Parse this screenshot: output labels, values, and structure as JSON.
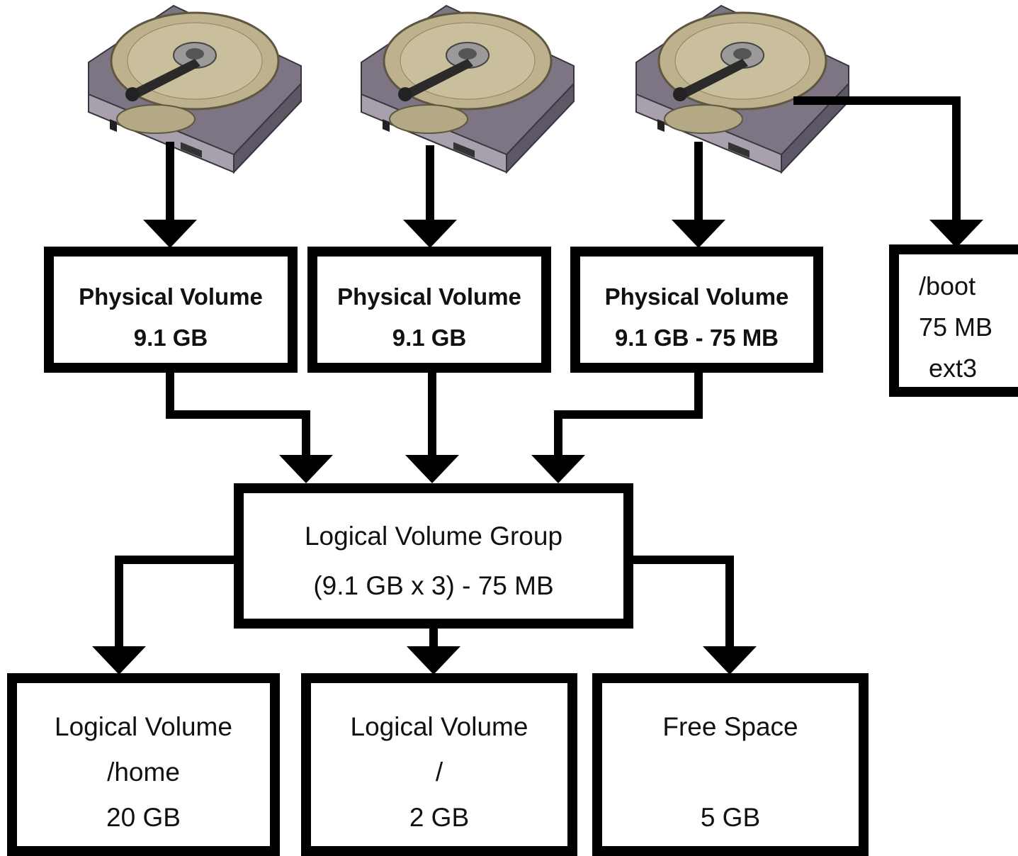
{
  "colors": {
    "line": "#000000",
    "disk_body": "#8a8290",
    "disk_platter": "#b8ad8a",
    "background": "#ffffff"
  },
  "disks": [
    {
      "icon": "hard-disk-icon"
    },
    {
      "icon": "hard-disk-icon"
    },
    {
      "icon": "hard-disk-icon"
    }
  ],
  "physical_volumes": [
    {
      "title": "Physical Volume",
      "size": "9.1 GB"
    },
    {
      "title": "Physical Volume",
      "size": "9.1 GB"
    },
    {
      "title": "Physical Volume",
      "size": "9.1 GB - 75 MB"
    }
  ],
  "boot": {
    "mount": "/boot",
    "size": "75 MB",
    "fs": "ext3"
  },
  "volume_group": {
    "title": "Logical Volume Group",
    "size": "(9.1 GB x 3) - 75 MB"
  },
  "logical_volumes": [
    {
      "title": "Logical Volume",
      "mount": "/home",
      "size": "20 GB"
    },
    {
      "title": "Logical Volume",
      "mount": "/",
      "size": "2 GB"
    },
    {
      "title": "Free Space",
      "mount": "",
      "size": "5 GB"
    }
  ]
}
